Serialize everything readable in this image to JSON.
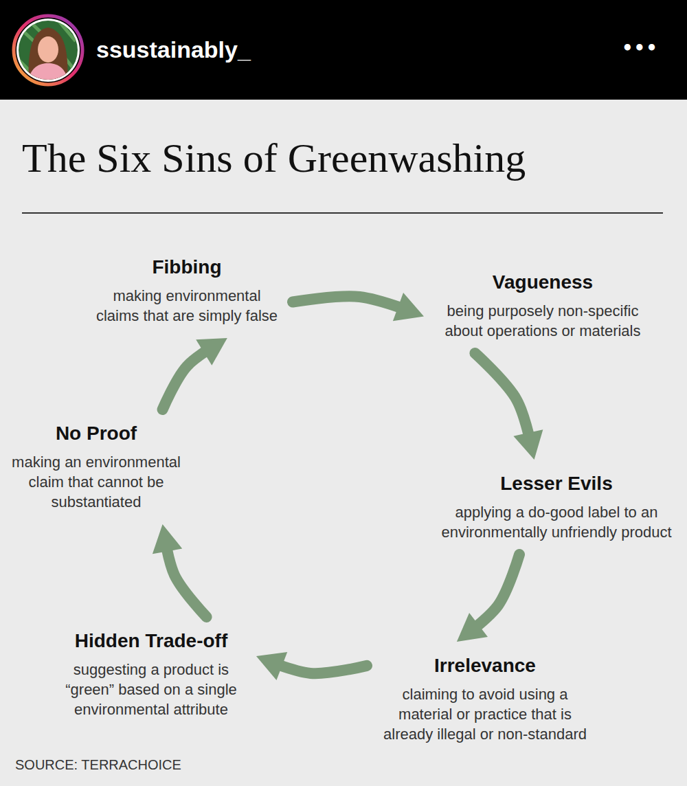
{
  "diagram": {
    "title": "The Six Sins of Greenwashing",
    "nodes": [
      {
        "text": [
          "Fibbing",
          "making environmental claims that are simply false"
        ]
      },
      {
        "text": [
          "Vagueness",
          "being purposely non-specific about operations or materials"
        ]
      },
      {
        "text": [
          "Lesser Evils",
          "applying a do-good label to an environmentally unfriendly product"
        ]
      },
      {
        "text": [
          "Irrelevance",
          "claiming to avoid using a material or practice that is already illegal or non-standard"
        ]
      },
      {
        "text": [
          "Hidden Trade-off",
          "suggesting a product is “green” based on a single environmental attribute"
        ]
      },
      {
        "text": [
          "No Proof",
          "making an environmental claim that cannot be substantiated"
        ]
      }
    ],
    "edges": [
      {
        "from": 0,
        "to": 1,
        "arrow": "to"
      },
      {
        "from": 1,
        "to": 2,
        "arrow": "to"
      },
      {
        "from": 2,
        "to": 3,
        "arrow": "to"
      },
      {
        "from": 3,
        "to": 4,
        "arrow": "to"
      },
      {
        "from": 4,
        "to": 5,
        "arrow": "to"
      },
      {
        "from": 5,
        "to": 0,
        "arrow": "to"
      }
    ],
    "labels": [
      "ssustainably_",
      "•••",
      "SOURCE: TERRACHOICE"
    ]
  }
}
